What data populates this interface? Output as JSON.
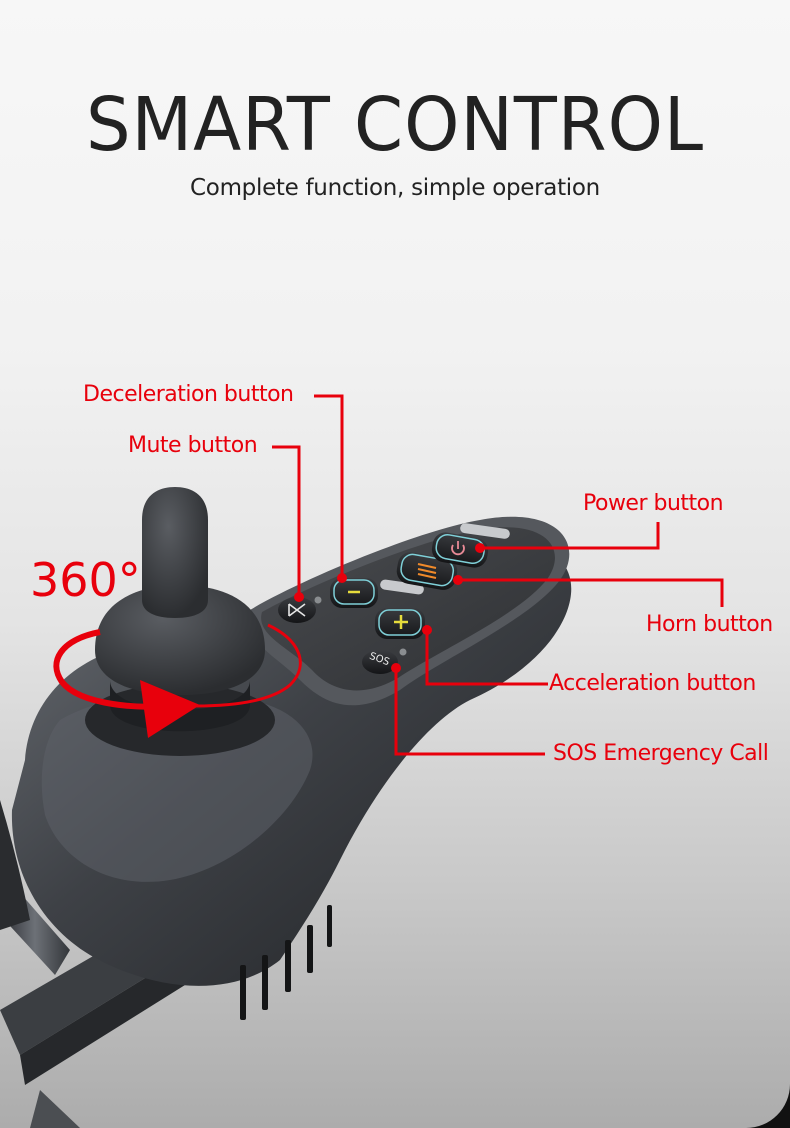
{
  "header": {
    "title": "SMART CONTROL",
    "subtitle": "Complete function, simple operation"
  },
  "rotation": {
    "label": "360°",
    "icon": "rotation-arrow-icon"
  },
  "callouts": [
    {
      "id": "deceleration",
      "label": "Deceleration button",
      "icon": "minus-icon"
    },
    {
      "id": "mute",
      "label": "Mute button",
      "icon": "mute-speaker-icon"
    },
    {
      "id": "power",
      "label": "Power button",
      "icon": "power-icon"
    },
    {
      "id": "horn",
      "label": "Horn button",
      "icon": "horn-icon"
    },
    {
      "id": "acceleration",
      "label": "Acceleration button",
      "icon": "plus-icon"
    },
    {
      "id": "sos",
      "label": "SOS Emergency Call",
      "icon": "sos-icon"
    }
  ],
  "buttons": {
    "sos_text": "SOS",
    "minus_text": "–",
    "plus_text": "+"
  },
  "colors": {
    "accent_red": "#e8000c",
    "title_text": "#222222",
    "button_outline": "#7fd0d8",
    "button_glyph_yellow": "#e6dc3c",
    "horn_glyph_orange": "#f08a2a",
    "power_glyph_pink": "#e88a96"
  }
}
